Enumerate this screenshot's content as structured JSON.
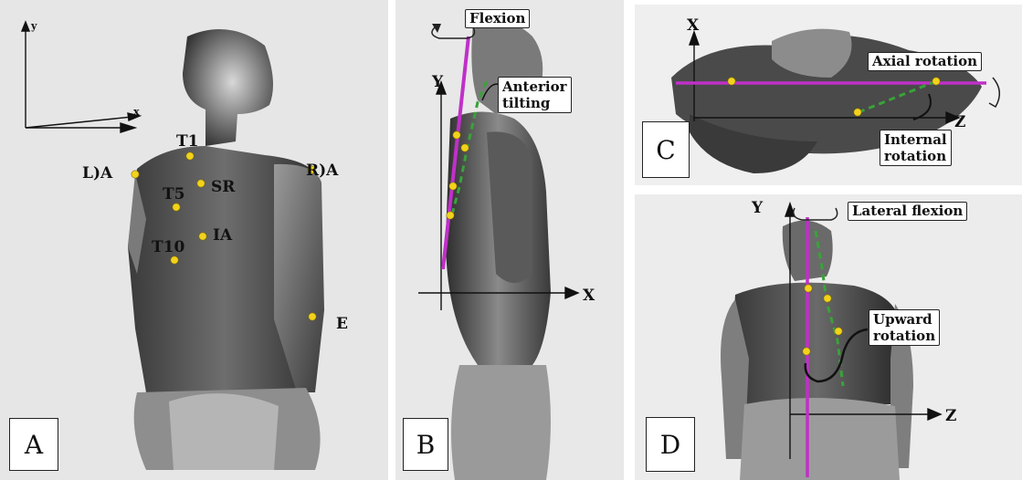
{
  "panels": {
    "a": {
      "letter": "A",
      "axis_labels": {
        "y": "y",
        "x": "x"
      },
      "landmarks": {
        "t1": "T1",
        "la": "L)A",
        "ra": "R)A",
        "t5": "T5",
        "sr": "SR",
        "ia": "IA",
        "t10": "T10",
        "e": "E"
      }
    },
    "b": {
      "letter": "B",
      "flexion": "Flexion",
      "anterior_tilting_line1": "Anterior",
      "anterior_tilting_line2": "tilting",
      "axis_y": "Y",
      "axis_x": "X"
    },
    "c": {
      "letter": "C",
      "axis_x": "X",
      "axis_z": "Z",
      "axial_rotation": "Axial rotation",
      "internal_rotation_line1": "Internal",
      "internal_rotation_line2": "rotation"
    },
    "d": {
      "letter": "D",
      "axis_y": "Y",
      "axis_z": "Z",
      "lateral_flexion": "Lateral flexion",
      "upward_rotation_line1": "Upward",
      "upward_rotation_line2": "rotation"
    }
  },
  "colors": {
    "marker": "#f2d21b",
    "magenta_line": "#c030c8",
    "green_dashed": "#3aa23a"
  }
}
